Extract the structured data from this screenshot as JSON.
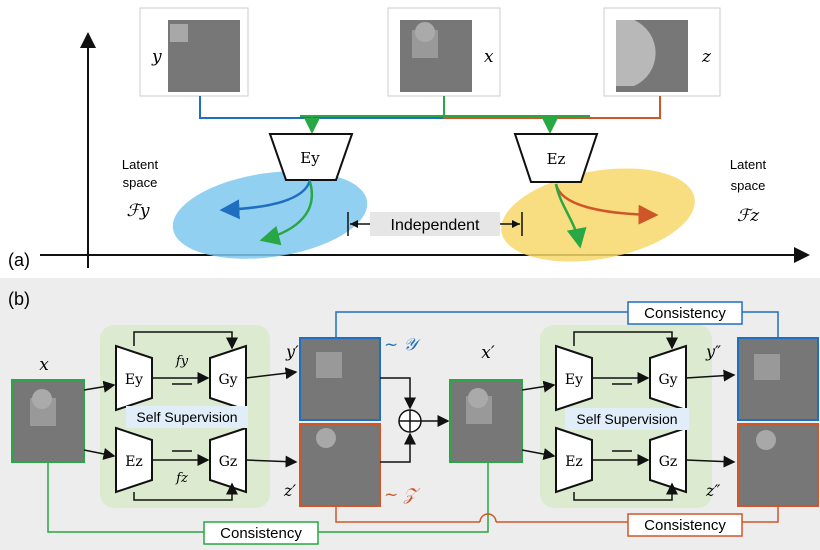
{
  "panel_a": {
    "label": "(a)",
    "image_labels": {
      "y": "y",
      "x": "x",
      "z": "z"
    },
    "encoder_y": "Ey",
    "encoder_z": "Ez",
    "latent_left": {
      "line1": "Latent",
      "line2": "space",
      "symbol": "ℱy"
    },
    "latent_right": {
      "line1": "Latent",
      "line2": "space",
      "symbol": "ℱz"
    },
    "independent": "Independent"
  },
  "panel_b": {
    "label": "(b)",
    "input_label": "x",
    "enc_y": "Ey",
    "enc_z": "Ez",
    "dec_y": "Gy",
    "dec_z": "Gz",
    "feat_y": "fy",
    "feat_z": "fz",
    "self_supervision": "Self Supervision",
    "y_prime": "y′",
    "z_prime": "z′",
    "x_prime": "x′",
    "y_double": "y″",
    "z_double": "z″",
    "dist_y": "~ 𝒴",
    "dist_z": "~ 𝒵",
    "consistency_top": "Consistency",
    "consistency_bottom_left": "Consistency",
    "consistency_bottom_right": "Consistency"
  },
  "colors": {
    "blue": "#1f6fc0",
    "green": "#28a745",
    "orange": "#d0562a",
    "latent_blue": "#7ec8ef",
    "latent_yellow": "#f7d86a",
    "green_box": "#dcebd0",
    "panel_b_bg": "#ededed"
  }
}
